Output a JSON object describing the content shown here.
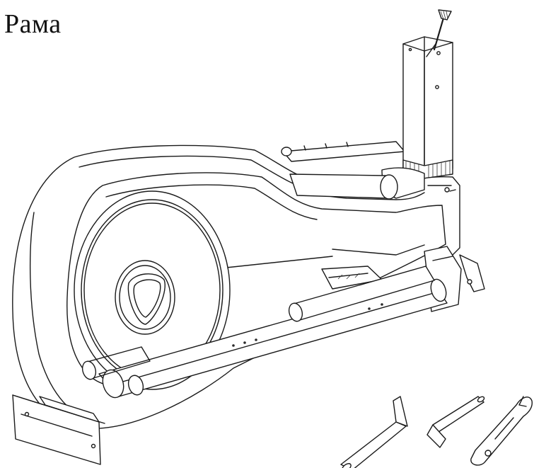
{
  "diagram": {
    "title": "Рама",
    "parts": [
      {
        "name": "main-frame"
      },
      {
        "name": "upright-post"
      },
      {
        "name": "flywheel-cover"
      },
      {
        "name": "rear-stabilizer"
      },
      {
        "name": "rail-tube"
      },
      {
        "name": "screwdriver-icon"
      },
      {
        "name": "allen-key-large"
      },
      {
        "name": "allen-key-small"
      },
      {
        "name": "wrench"
      }
    ]
  }
}
